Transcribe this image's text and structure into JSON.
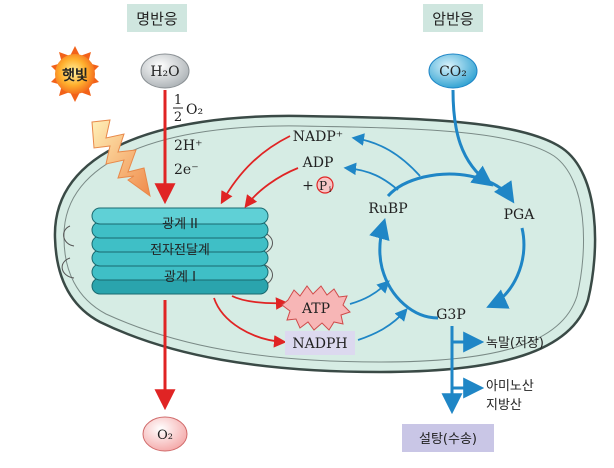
{
  "headers": {
    "light_reaction": "명반응",
    "dark_reaction": "암반응"
  },
  "sun": {
    "label": "햇빛"
  },
  "molecules": {
    "h2o": "H₂O",
    "co2": "CO₂",
    "o2_out": "O₂",
    "half_o2": "O₂",
    "fraction_num": "1",
    "fraction_den": "2",
    "two_h": "2H⁺",
    "two_e": "2e⁻"
  },
  "thylakoid": {
    "line1": "광계 II",
    "line2": "전자전달계",
    "line3": "광계 I"
  },
  "energy": {
    "nadp": "NADP⁺",
    "adp": "ADP",
    "pi_prefix": "+",
    "pi": "P",
    "pi_sub": "i",
    "atp": "ATP",
    "nadph": "NADPH"
  },
  "calvin": {
    "rubp": "RuBP",
    "pga": "PGA",
    "g3p": "G3P"
  },
  "products": {
    "starch": "녹말(저장)",
    "amino_line1": "아미노산",
    "amino_line2": "지방산",
    "sucrose": "설탕(수송)"
  },
  "colors": {
    "stroma": "#d6ece4",
    "outline": "#3a4a46",
    "red_arrow": "#e02424",
    "blue_arrow": "#1f86c6",
    "thylakoid": "#3fbfc6",
    "label_box": "#cfe6df",
    "nadph_box": "#dcd9ef",
    "sucrose_box": "#c9c6e6",
    "atp_fill": "#f7b6b6"
  }
}
